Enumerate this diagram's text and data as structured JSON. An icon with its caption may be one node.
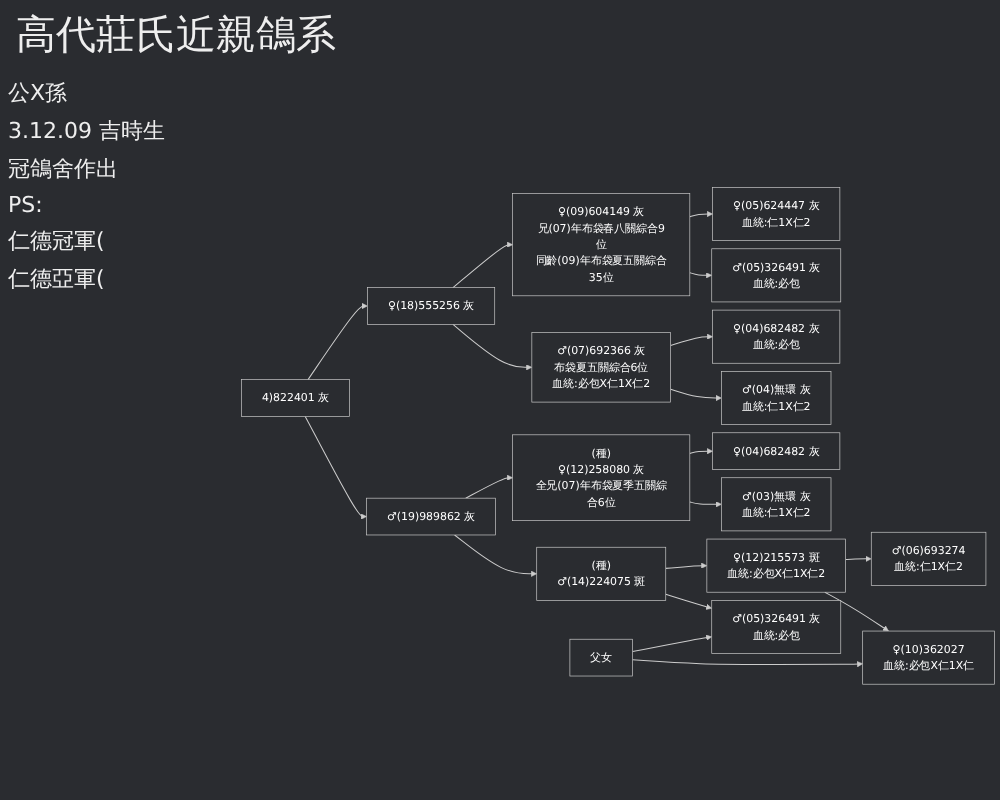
{
  "diagram": {
    "title": "高代莊氏近親鴿系",
    "nodes": [
      {
        "text": [
          "4)822401 灰"
        ]
      },
      {
        "text": [
          "♂(19)989862 灰"
        ]
      },
      {
        "text": [
          "♀(18)555256 灰"
        ]
      },
      {
        "text": [
          "(種)",
          "♂(14)224075 斑"
        ]
      },
      {
        "text": [
          "(種)",
          "♀(12)258080 灰",
          "全兄(07)年布袋夏季五關綜合6位"
        ]
      },
      {
        "text": [
          "♂(07)692366 灰",
          "布袋夏五關綜合6位",
          "血統:必包X仁1X仁2"
        ]
      },
      {
        "text": [
          "♀(09)604149 灰",
          "兄(07)年布袋春八關綜合9位",
          "同齡(09)年布袋夏五關綜合35位"
        ]
      },
      {
        "text": [
          "♂(05)326491 灰",
          "血統:必包"
        ]
      },
      {
        "text": [
          "♀(12)215573 斑",
          "血統:必包X仁1X仁2"
        ]
      },
      {
        "text": [
          "♂(03)無環 灰",
          "血統:仁1X仁2"
        ]
      },
      {
        "text": [
          "♀(04)682482 灰"
        ]
      },
      {
        "text": [
          "♂(04)無環 灰",
          "血統:仁1X仁2"
        ]
      },
      {
        "text": [
          "♀(04)682482 灰",
          "血統:必包"
        ]
      },
      {
        "text": [
          "♂(05)326491 灰",
          "血統:必包"
        ]
      },
      {
        "text": [
          "♀(05)624447 灰",
          "血統:仁1X仁2"
        ]
      },
      {
        "text": [
          "♂(06)693274",
          "血統:仁1X仁2"
        ]
      },
      {
        "text": [
          "♀(10)362027",
          "血統:必包X仁1X仁"
        ]
      },
      {
        "text": [
          "父女"
        ]
      }
    ],
    "edges": [
      {
        "from": 0,
        "to": 1,
        "arrow": "to"
      },
      {
        "from": 0,
        "to": 2,
        "arrow": "to"
      },
      {
        "from": 1,
        "to": 3,
        "arrow": "to"
      },
      {
        "from": 1,
        "to": 4,
        "arrow": "to"
      },
      {
        "from": 2,
        "to": 5,
        "arrow": "to"
      },
      {
        "from": 2,
        "to": 6,
        "arrow": "to"
      },
      {
        "from": 3,
        "to": 7,
        "arrow": "to"
      },
      {
        "from": 3,
        "to": 8,
        "arrow": "to"
      },
      {
        "from": 4,
        "to": 9,
        "arrow": "to"
      },
      {
        "from": 4,
        "to": 10,
        "arrow": "to"
      },
      {
        "from": 5,
        "to": 11,
        "arrow": "to"
      },
      {
        "from": 5,
        "to": 12,
        "arrow": "to"
      },
      {
        "from": 6,
        "to": 13,
        "arrow": "to"
      },
      {
        "from": 6,
        "to": 14,
        "arrow": "to"
      },
      {
        "from": 8,
        "to": 15,
        "arrow": "to"
      },
      {
        "from": 8,
        "to": 16,
        "arrow": "to"
      },
      {
        "from": 17,
        "to": 7,
        "arrow": "to"
      },
      {
        "from": 17,
        "to": 16,
        "arrow": "to"
      }
    ],
    "labels": [
      "公X孫",
      "3.12.09 吉時生",
      "冠鴿舍作出",
      "PS:",
      "仁德冠軍(",
      "仁德亞軍("
    ]
  }
}
